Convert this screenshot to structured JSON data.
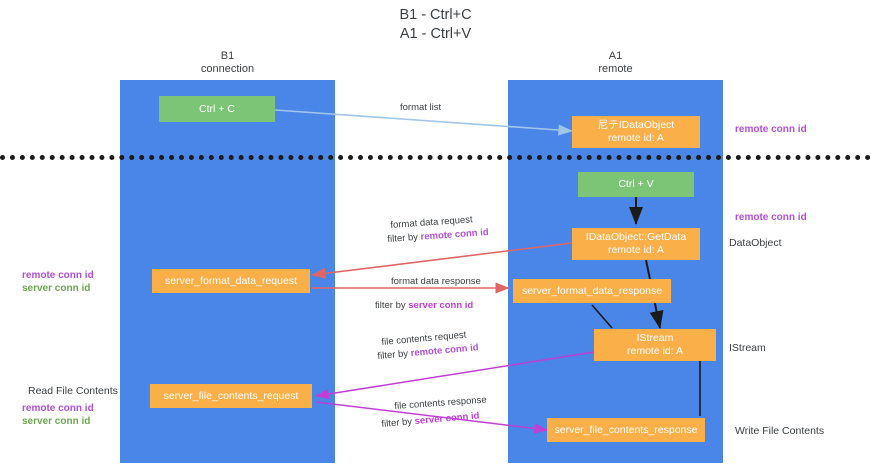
{
  "title": "B1 - Ctrl+C\nA1 - Ctrl+V",
  "lanes": [
    {
      "id": "b1",
      "header": "B1\nconnection",
      "color": "#4a86e8"
    },
    {
      "id": "a1",
      "header": "A1\nremote",
      "color": "#4a86e8"
    }
  ],
  "nodes": {
    "ctrl_c": "Ctrl + C",
    "ctrl_v": "Ctrl + V",
    "idataobject_remote": "尼テIDataObject\nremote id: A",
    "getdata": "IDataObject::GetData\nremote id: A",
    "server_format_data_request": "server_format_data_request",
    "server_format_data_response": "server_format_data_response",
    "istream": "IStream\nremote id: A",
    "server_file_contents_request": "server_file_contents_request",
    "server_file_contents_response": "server_file_contents_response"
  },
  "edge_labels": {
    "format_list": "format list",
    "format_data_request": "format data request",
    "format_data_request_filter_prefix": "filter by ",
    "format_data_request_filter_value": "remote conn id",
    "format_data_response": "format data response",
    "format_data_response_filter_prefix": "filter by ",
    "format_data_response_filter_value": "server conn id",
    "file_contents_request": "file contents request",
    "file_contents_request_filter_prefix": "filter by ",
    "file_contents_request_filter_value": "remote conn id",
    "file_contents_response": "file contents response",
    "file_contents_response_filter_prefix": "filter by ",
    "file_contents_response_filter_value": "server conn id"
  },
  "annotations": {
    "remote_conn_id_top": "remote conn id",
    "remote_conn_id_mid": "remote conn id",
    "data_object": "DataObject",
    "istream_label": "IStream",
    "write_file_contents": "Write File Contents",
    "read_file_contents": "Read File Contents",
    "left_ids_mid_remote": "remote conn id",
    "left_ids_mid_server": "server conn id",
    "left_ids_bottom_remote": "remote conn id",
    "left_ids_bottom_server": "server conn id"
  },
  "colors": {
    "lane": "#4a86e8",
    "green_node": "#7cc576",
    "orange_node": "#fbaf49",
    "remote_conn_id": "#b14fd8",
    "server_conn_id": "#6aa84f",
    "arrow_blue": "#9fc5e8",
    "arrow_red": "#e06666",
    "arrow_magenta": "#c23fd4",
    "arrow_black": "#1b1b1b",
    "divider": "#1b1b1b",
    "text": "#3c4043"
  }
}
